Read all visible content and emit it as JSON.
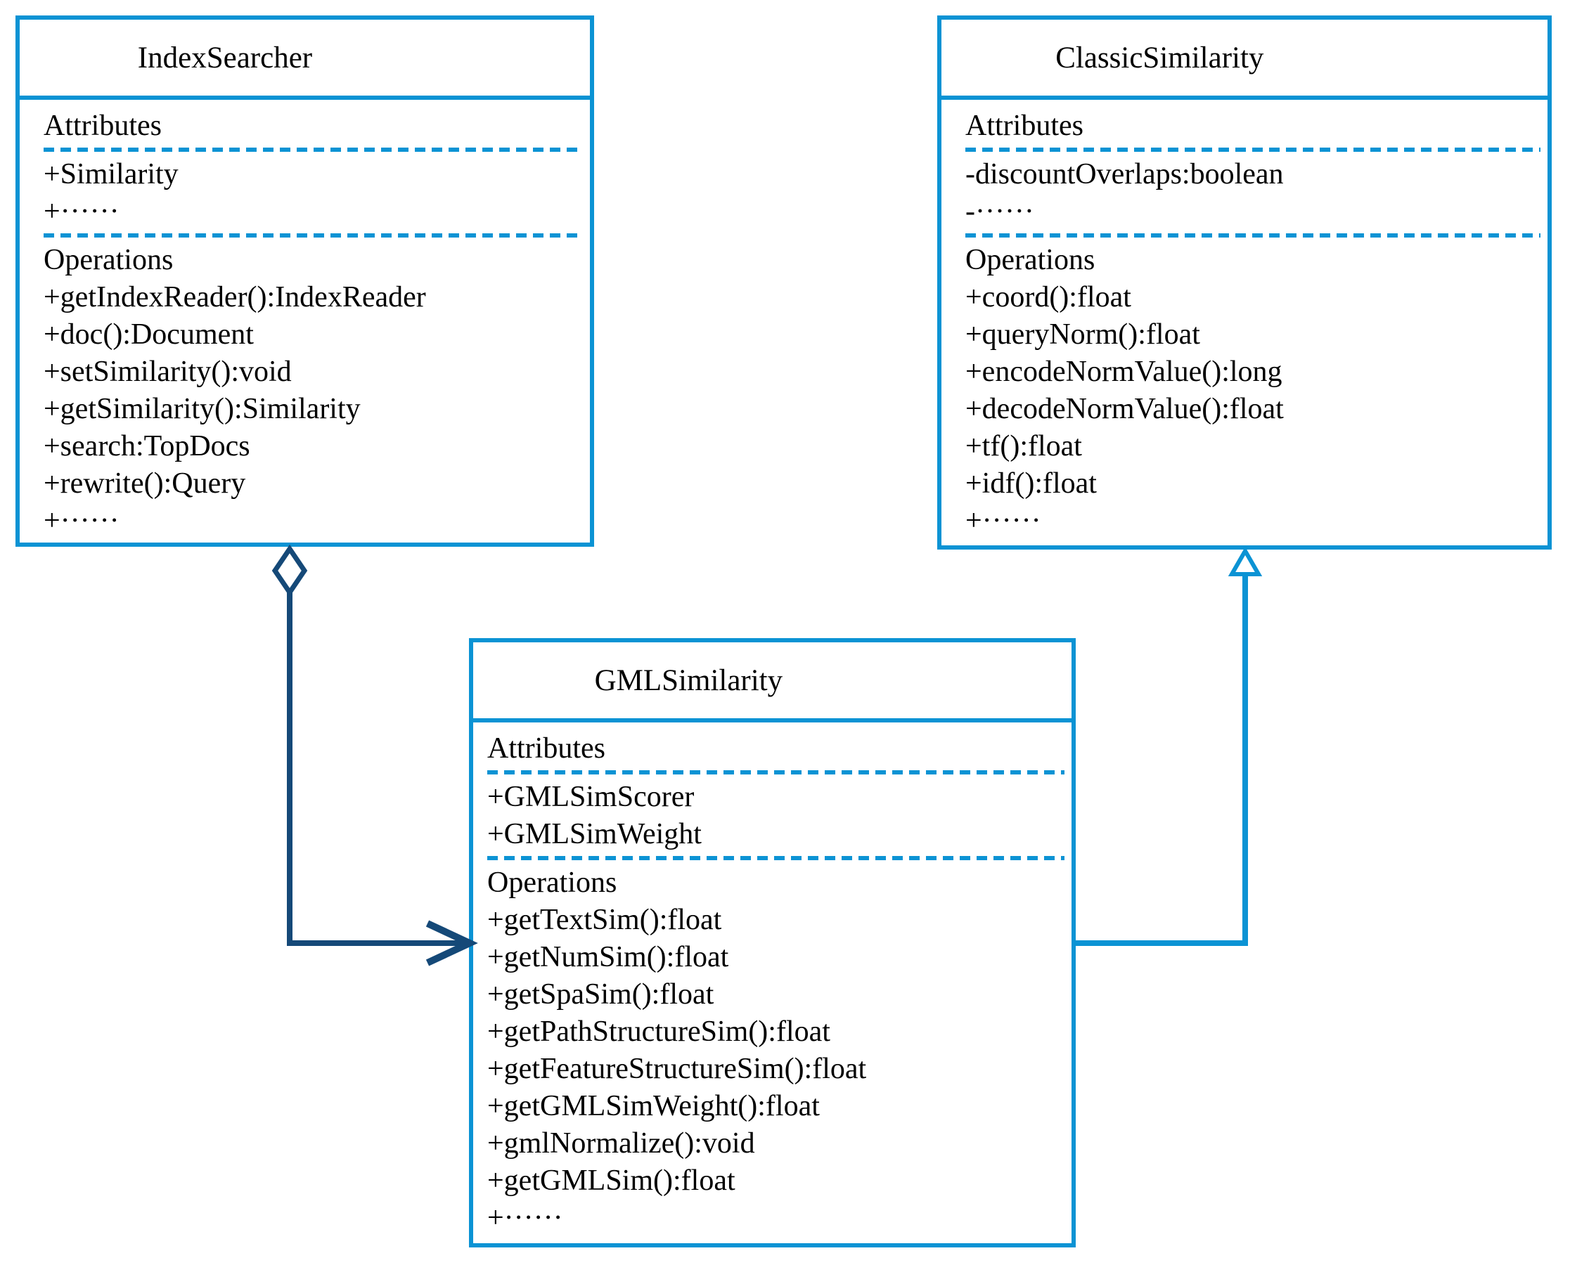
{
  "diagram": {
    "type": "uml-class-diagram",
    "background": "#ffffff"
  },
  "colors": {
    "box_border": "#0b93d4",
    "divider_dashed": "#0b93d4",
    "connector_aggregation": "#154978",
    "connector_generalization": "#0b93d4",
    "text": "#000000"
  },
  "classes": {
    "index_searcher": {
      "name": "IndexSearcher",
      "attributes_label": "Attributes",
      "attributes": [
        "+Similarity",
        "+······"
      ],
      "operations_label": "Operations",
      "operations": [
        "+getIndexReader():IndexReader",
        "+doc():Document",
        "+setSimilarity():void",
        "+getSimilarity():Similarity",
        "+search:TopDocs",
        "+rewrite():Query",
        "+······"
      ]
    },
    "classic_similarity": {
      "name": "ClassicSimilarity",
      "attributes_label": "Attributes",
      "attributes": [
        "-discountOverlaps:boolean",
        "-······"
      ],
      "operations_label": "Operations",
      "operations": [
        "+coord():float",
        "+queryNorm():float",
        "+encodeNormValue():long",
        "+decodeNormValue():float",
        "+tf():float",
        "+idf():float",
        "+······"
      ]
    },
    "gml_similarity": {
      "name": "GMLSimilarity",
      "attributes_label": "Attributes",
      "attributes": [
        "+GMLSimScorer",
        "+GMLSimWeight"
      ],
      "operations_label": "Operations",
      "operations": [
        "+getTextSim():float",
        "+getNumSim():float",
        "+getSpaSim():float",
        "+getPathStructureSim():float",
        "+getFeatureStructureSim():float",
        "+getGMLSimWeight():float",
        "+gmlNormalize():void",
        "+getGMLSim():float",
        "+······"
      ]
    }
  },
  "relationships": [
    {
      "type": "aggregation",
      "from": "IndexSearcher",
      "to": "GMLSimilarity",
      "source_marker": "hollow-diamond",
      "target_marker": "open-arrowhead"
    },
    {
      "type": "generalization",
      "from": "GMLSimilarity",
      "to": "ClassicSimilarity",
      "target_marker": "hollow-triangle"
    }
  ]
}
